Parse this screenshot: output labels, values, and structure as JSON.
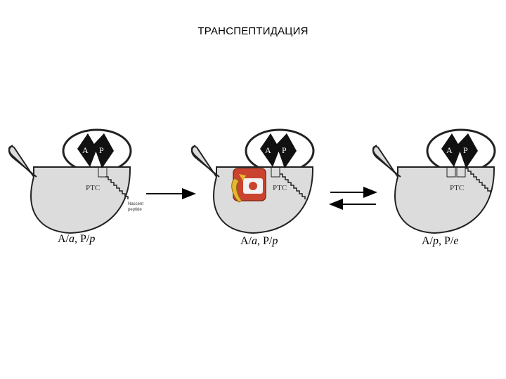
{
  "title": "ТРАНСПЕПТИДАЦИЯ",
  "site_a": "A",
  "site_p": "P",
  "ptc": "PTC",
  "nascent_line1": "Nascent",
  "nascent_line2": "peptide",
  "states": [
    {
      "part1": "A/",
      "part1_italic": "a",
      "sep": ",  ",
      "part2": "P/",
      "part2_italic": "p"
    },
    {
      "part1": "A/",
      "part1_italic": "a",
      "sep": ",  ",
      "part2": "P/",
      "part2_italic": "p"
    },
    {
      "part1": "A/",
      "part1_italic": "p",
      "sep": ",  ",
      "part2": "P/",
      "part2_italic": "e"
    }
  ],
  "colors": {
    "ribosome_fill": "#dcdcdc",
    "stroke": "#222222",
    "trna": "#111111",
    "icon_red": "#c9432f",
    "icon_yellow": "#e8b730"
  }
}
